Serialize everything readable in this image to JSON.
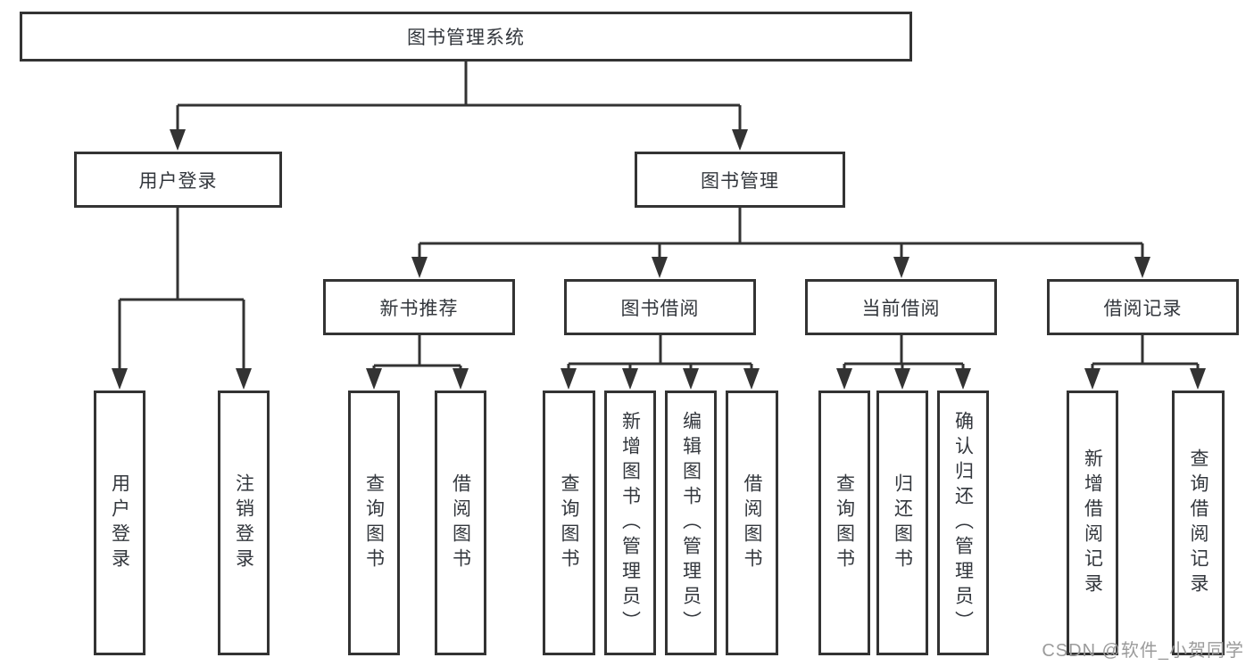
{
  "colors": {
    "line": "#333333",
    "box_border": "#333333",
    "text": "#33373d",
    "watermark": "#9b9b9b",
    "background": "#ffffff"
  },
  "tree": {
    "root": {
      "label": "图书管理系统"
    },
    "branches": [
      {
        "label": "用户登录",
        "children": [
          {
            "label": "用户登录"
          },
          {
            "label": "注销登录"
          }
        ]
      },
      {
        "label": "图书管理",
        "children": [
          {
            "label": "新书推荐",
            "children": [
              {
                "label": "查询图书"
              },
              {
                "label": "借阅图书"
              }
            ]
          },
          {
            "label": "图书借阅",
            "children": [
              {
                "label": "查询图书"
              },
              {
                "label": "新增图书（管理员）"
              },
              {
                "label": "编辑图书（管理员）"
              },
              {
                "label": "借阅图书"
              }
            ]
          },
          {
            "label": "当前借阅",
            "children": [
              {
                "label": "查询图书"
              },
              {
                "label": "归还图书"
              },
              {
                "label": "确认归还（管理员）"
              }
            ]
          },
          {
            "label": "借阅记录",
            "children": [
              {
                "label": "新增借阅记录"
              },
              {
                "label": "查询借阅记录"
              }
            ]
          }
        ]
      }
    ]
  },
  "watermark": {
    "text": "CSDN @软件_小贺同学"
  }
}
